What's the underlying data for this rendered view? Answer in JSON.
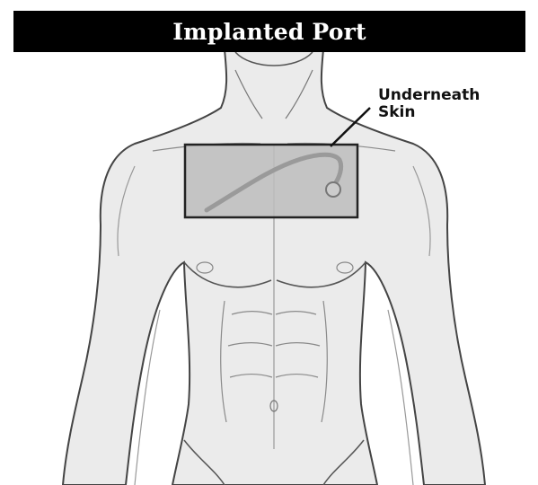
{
  "title": "Implanted Port",
  "callout": {
    "line1": "Underneath",
    "line2": "Skin"
  },
  "colors": {
    "title_bar": "#000000",
    "title_text": "#ffffff",
    "body_fill": "#ebebeb",
    "body_outline": "#444444",
    "highlight_box_fill": "#bdbdbd",
    "highlight_box_border": "#222222",
    "catheter": "#9a9a9a"
  },
  "icons": {
    "device": "implanted-port-catheter-icon"
  }
}
